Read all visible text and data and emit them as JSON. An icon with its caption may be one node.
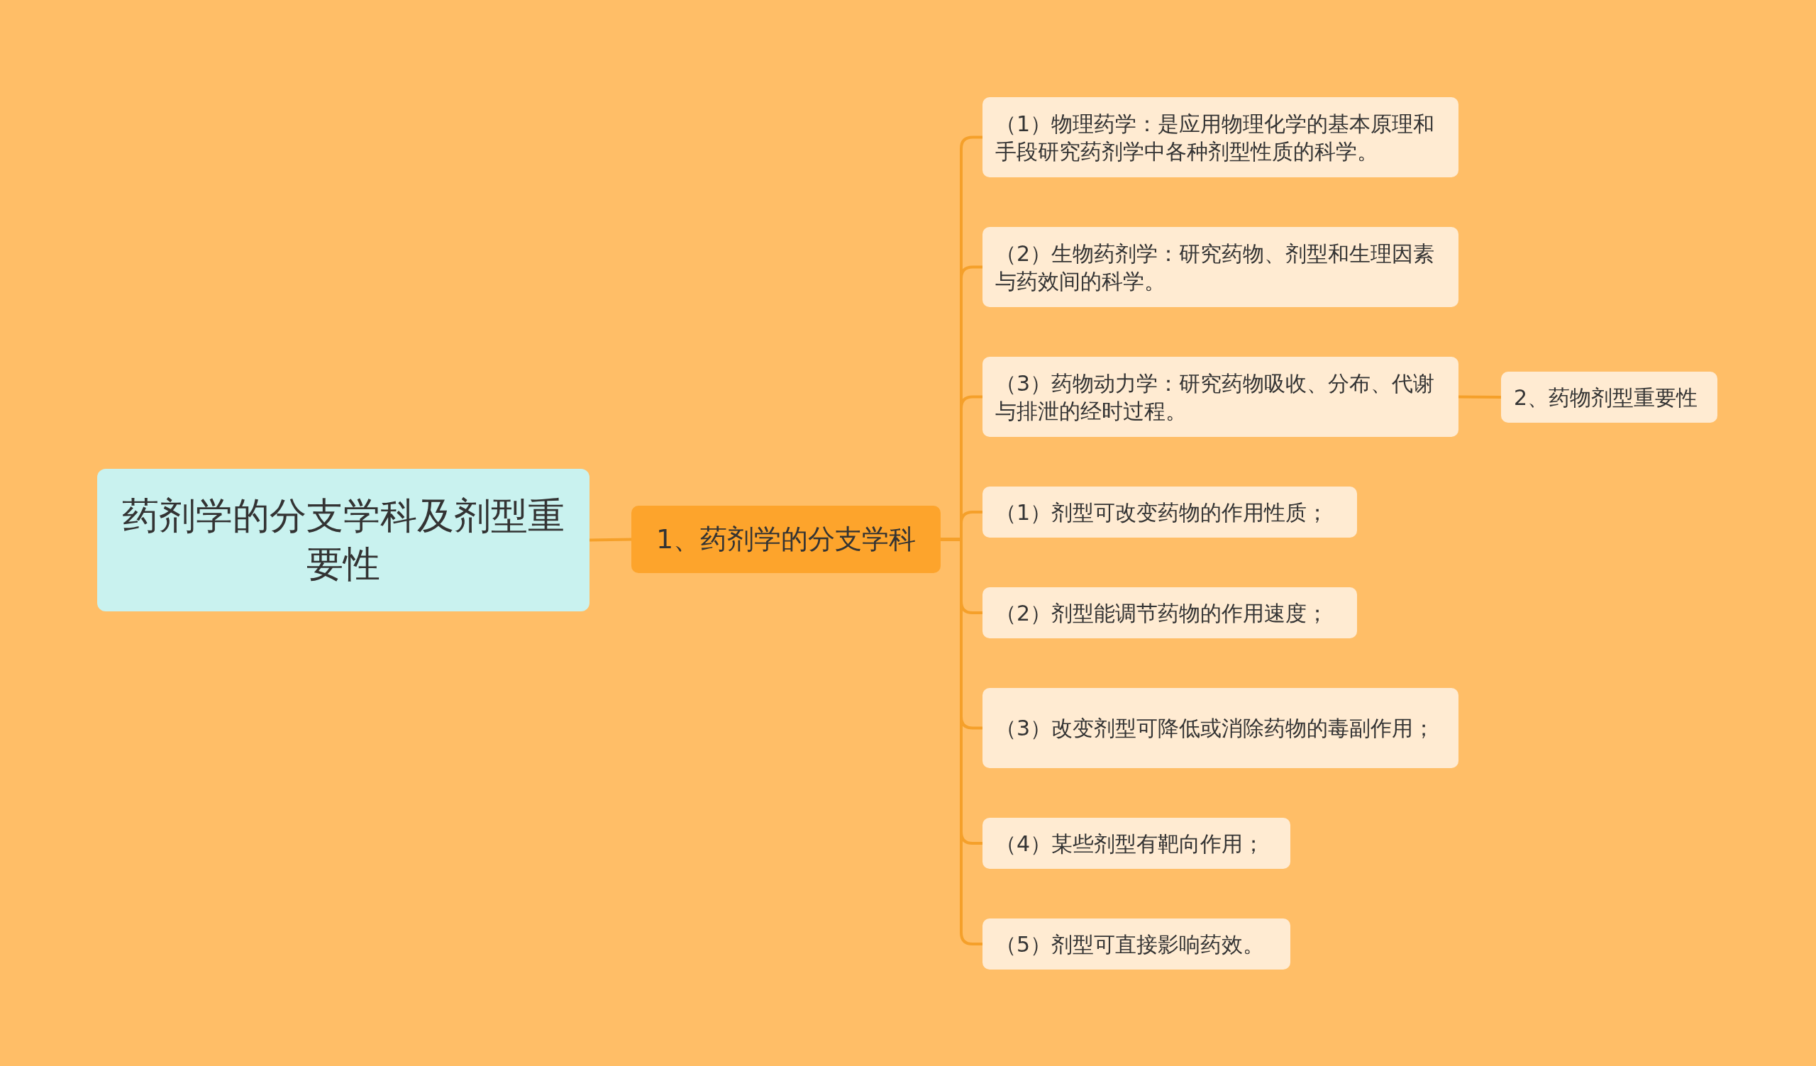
{
  "diagram": {
    "nodes": [
      {
        "text": [
          "药剂学的分支学科及剂型重要性"
        ]
      },
      {
        "text": [
          "1、药剂学的分支学科"
        ]
      },
      {
        "text": [
          "（1）物理药学：是应用物理化学的基本原理和手段研究药剂学中各种剂型性质的科学。"
        ]
      },
      {
        "text": [
          "（2）生物药剂学：研究药物、剂型和生理因素与药效间的科学。"
        ]
      },
      {
        "text": [
          "（3）药物动力学：研究药物吸收、分布、代谢与排泄的经时过程。"
        ]
      },
      {
        "text": [
          "（1）剂型可改变药物的作用性质；"
        ]
      },
      {
        "text": [
          "（2）剂型能调节药物的作用速度；"
        ]
      },
      {
        "text": [
          "（3）改变剂型可降低或消除药物的毒副作用；"
        ]
      },
      {
        "text": [
          "（4）某些剂型有靶向作用；"
        ]
      },
      {
        "text": [
          "（5）剂型可直接影响药效。"
        ]
      },
      {
        "text": [
          "2、药物剂型重要性"
        ]
      }
    ],
    "edges": [
      {
        "from": 0,
        "to": 1,
        "arrow": "none"
      },
      {
        "from": 1,
        "to": 2,
        "arrow": "none"
      },
      {
        "from": 1,
        "to": 3,
        "arrow": "none"
      },
      {
        "from": 1,
        "to": 4,
        "arrow": "none"
      },
      {
        "from": 1,
        "to": 5,
        "arrow": "none"
      },
      {
        "from": 1,
        "to": 6,
        "arrow": "none"
      },
      {
        "from": 1,
        "to": 7,
        "arrow": "none"
      },
      {
        "from": 1,
        "to": 8,
        "arrow": "none"
      },
      {
        "from": 1,
        "to": 9,
        "arrow": "none"
      },
      {
        "from": 4,
        "to": 10,
        "arrow": "none"
      }
    ]
  }
}
